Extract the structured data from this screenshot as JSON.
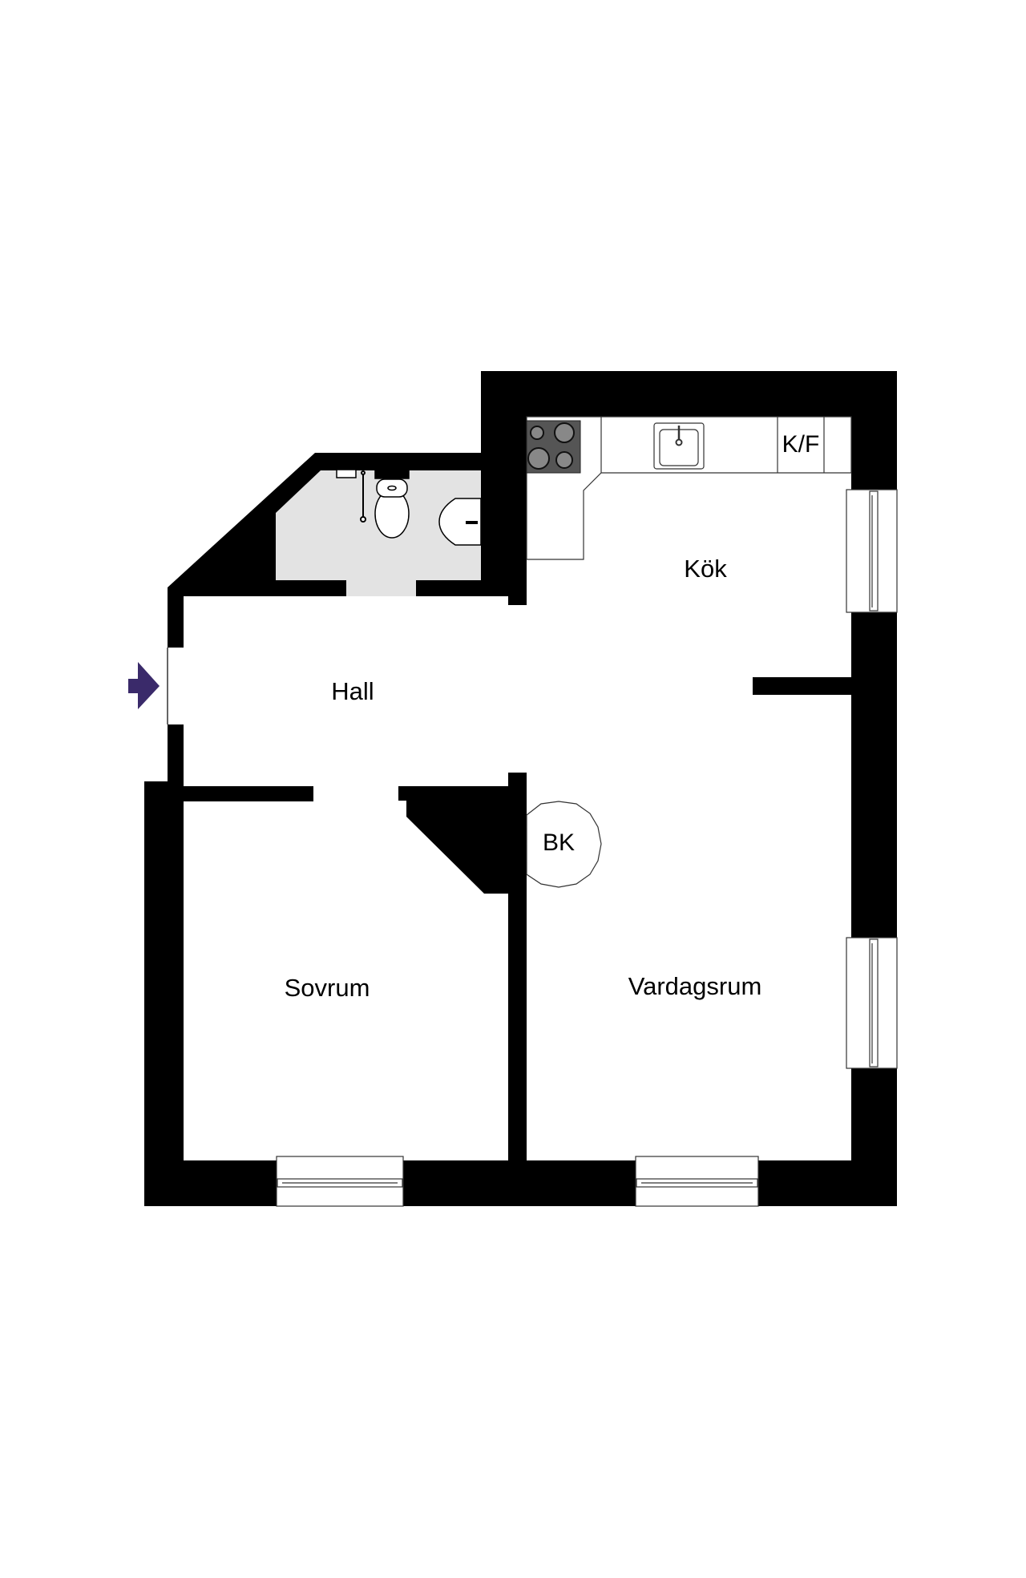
{
  "floorplan": {
    "rooms": [
      {
        "id": "kok",
        "label": "Kök"
      },
      {
        "id": "hall",
        "label": "Hall"
      },
      {
        "id": "sovrum",
        "label": "Sovrum"
      },
      {
        "id": "vardagsrum",
        "label": "Vardagsrum"
      },
      {
        "id": "bathroom",
        "label": ""
      }
    ],
    "fixtures": {
      "fridge_freezer": "K/F",
      "wardrobe": "BK"
    },
    "icons": {
      "entrance": "entrance-arrow-icon",
      "stove": "stove-icon",
      "sink": "kitchen-sink-icon",
      "toilet": "toilet-icon",
      "washbasin": "washbasin-icon",
      "shower": "shower-icon"
    },
    "colors": {
      "wall": "#000000",
      "bathroom_floor": "#e3e3e3",
      "stove": "#555555",
      "entrance_arrow": "#3a2a6a",
      "background": "#ffffff"
    }
  }
}
